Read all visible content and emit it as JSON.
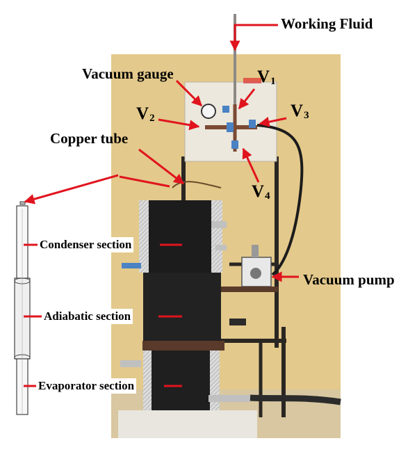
{
  "labels": {
    "working_fluid": "Working Fluid",
    "vacuum_gauge": "Vacuum gauge",
    "copper_tube": "Copper tube",
    "vacuum_pump": "Vacuum pump",
    "condenser_section": "Condenser section",
    "adiabatic_section": "Adiabatic section",
    "evaporator_section": "Evaporator section"
  },
  "valves": {
    "v1": {
      "letter": "V",
      "sub": "1"
    },
    "v2": {
      "letter": "V",
      "sub": "2"
    },
    "v3": {
      "letter": "V",
      "sub": "3"
    },
    "v4": {
      "letter": "V",
      "sub": "4"
    }
  },
  "colors": {
    "arrow": "#e0141e",
    "wall": "#e3c98b",
    "insulation_black": "#1c1c1c",
    "frame": "#2a2622",
    "panel": "#ece8dd"
  }
}
